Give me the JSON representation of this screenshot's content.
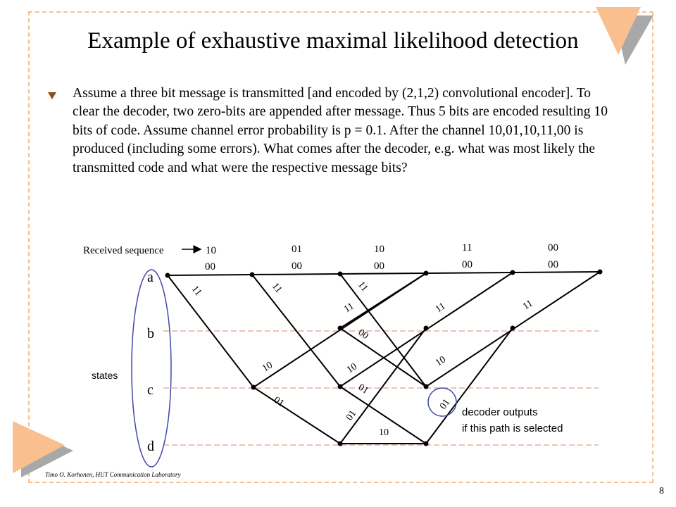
{
  "slide": {
    "title": "Example of exhaustive maximal likelihood detection",
    "bullet": "Assume a three bit message is transmitted [and encoded by (2,1,2) convolutional encoder]. To clear the decoder, two zero-bits are appended after message. Thus 5 bits are encoded resulting 10 bits of code. Assume channel error probability is p = 0.1. After the channel 10,01,10,11,00 is produced (including some errors). What comes after the decoder, e.g. what was most likely the transmitted code and what were the respective message bits?",
    "footer": "Timo O. Korhonen, HUT Communication Laboratory",
    "page_number": "8"
  },
  "diagram": {
    "received_label": "Received sequence",
    "received": [
      "10",
      "01",
      "10",
      "11",
      "00"
    ],
    "top_branch_labels": [
      "00",
      "00",
      "00",
      "00",
      "00"
    ],
    "states": [
      "a",
      "b",
      "c",
      "d"
    ],
    "states_label": "states",
    "branch_labels": {
      "a1_c2": "11",
      "a2_c3": "11",
      "a3_c4": "11",
      "a4_b5": "11",
      "a5_b6": "11",
      "c2_b3": "10",
      "c3_b4": "10",
      "c4_b5": "10",
      "b3_d4": "11",
      "b3_c4": "00",
      "c2_d3": "01",
      "c3_d4": "01",
      "d3_b4": "01",
      "d4_c5": "01",
      "d3_d4": "10"
    },
    "decoder_note_line1": "decoder outputs",
    "decoder_note_line2": "if this path is selected"
  },
  "colors": {
    "accent_orange": "#f9bf8f",
    "accent_gray": "#a8a8a8",
    "bullet_brown": "#8a4f1e",
    "dashed_red": "#d98a73",
    "ellipse_blue": "#3e47a8"
  }
}
